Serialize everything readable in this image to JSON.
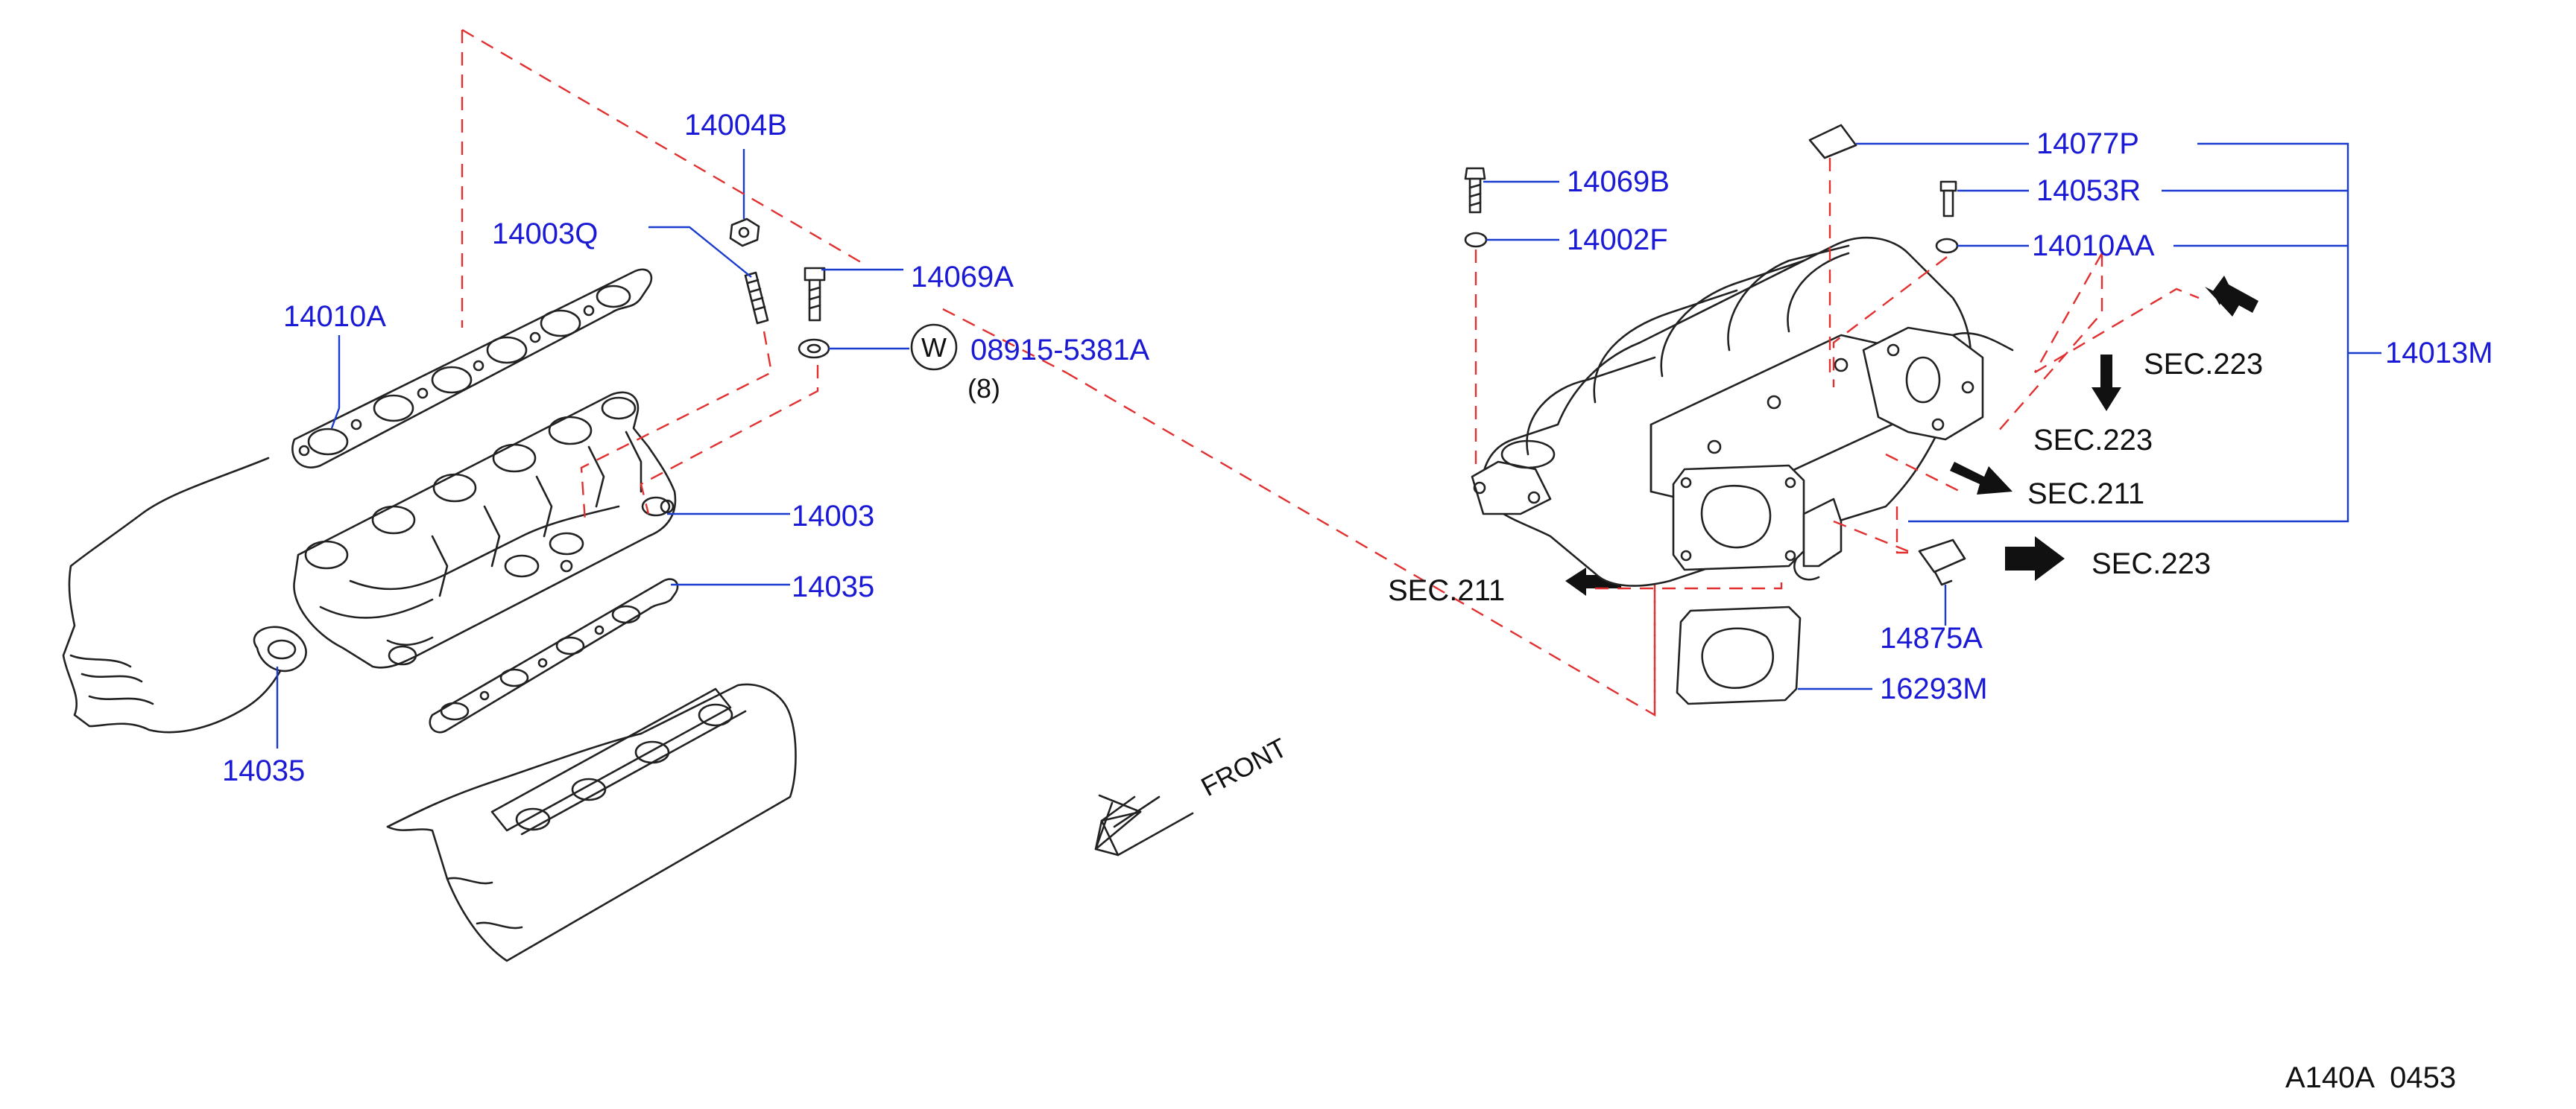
{
  "parts": {
    "p14004B": "14004B",
    "p14003Q": "14003Q",
    "p14069A": "14069A",
    "p14010A": "14010A",
    "p08915": "08915-5381A",
    "p08915_qty": "(8)",
    "washer_symbol": "W",
    "p14003": "14003",
    "p14035_right": "14035",
    "p14035_left": "14035",
    "p14069B": "14069B",
    "p14002F": "14002F",
    "p14077P": "14077P",
    "p14053R": "14053R",
    "p14010AA": "14010AA",
    "p14013M": "14013M",
    "p14875A": "14875A",
    "p16293M": "16293M"
  },
  "sections": {
    "sec223_upper_right": "SEC.223",
    "sec223_mid": "SEC.223",
    "sec211_right": "SEC.211",
    "sec223_lower": "SEC.223",
    "sec211_left": "SEC.211"
  },
  "direction_label": "FRONT",
  "drawing_ref": "A140A  0453",
  "colors": {
    "part_label": "#1a1ad6",
    "leader_line": "#1a3bd0",
    "phantom_line": "#e23030",
    "line_art": "#222222"
  }
}
